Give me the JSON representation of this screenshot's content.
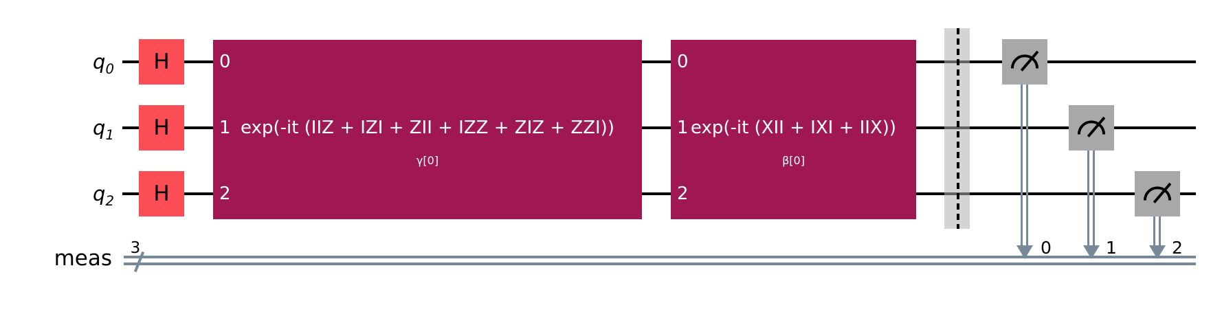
{
  "colors": {
    "h_gate": "#FA4D56",
    "pauli_box": "#9F1853",
    "measure_box": "#A8A8A8",
    "classical": "#778899",
    "wire": "#000000",
    "barrier": "#B0B0B0",
    "gate_text": "#FFFFFF",
    "text": "#000000"
  },
  "qubits": [
    {
      "name": "q",
      "sub": "0"
    },
    {
      "name": "q",
      "sub": "1"
    },
    {
      "name": "q",
      "sub": "2"
    }
  ],
  "classical_register": {
    "label": "meas",
    "width": "3"
  },
  "hadamard": {
    "label": "H"
  },
  "evolution_gates": [
    {
      "label": "exp(-it (IIZ + IZI + ZII + IZZ + ZIZ + ZZI))",
      "param": "γ[0]",
      "ports": [
        "0",
        "1",
        "2"
      ]
    },
    {
      "label": "exp(-it (XII + IXI + IIX))",
      "param": "β[0]",
      "ports": [
        "0",
        "1",
        "2"
      ]
    }
  ],
  "measurements": [
    {
      "target_bit": "0"
    },
    {
      "target_bit": "1"
    },
    {
      "target_bit": "2"
    }
  ]
}
